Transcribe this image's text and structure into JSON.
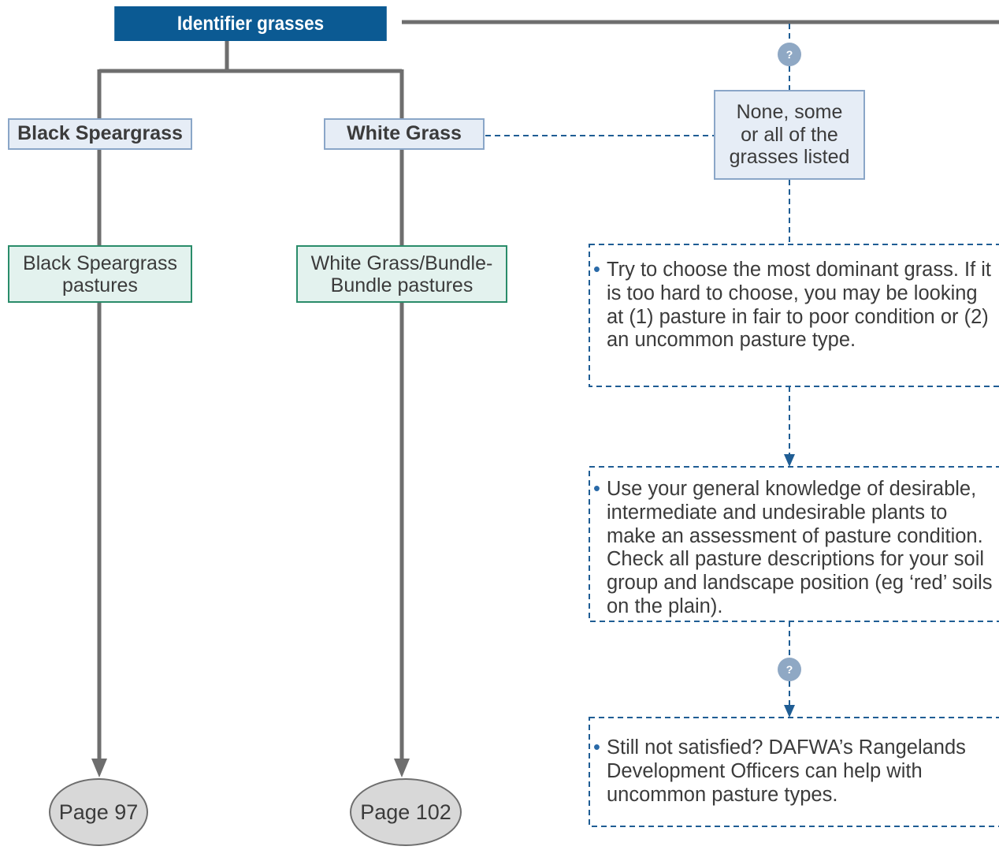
{
  "title": "Identifier grasses",
  "categories": [
    {
      "label": "Black Speargrass"
    },
    {
      "label": "White Grass"
    }
  ],
  "pastures": [
    {
      "lines": [
        "Black Speargrass",
        "pastures"
      ]
    },
    {
      "lines": [
        "White Grass/Bundle-",
        "Bundle pastures"
      ]
    }
  ],
  "pages": [
    {
      "label": "Page 97"
    },
    {
      "label": "Page 102"
    }
  ],
  "question_mark": "?",
  "option": {
    "lines": [
      "None, some",
      "or all of the",
      "grasses listed"
    ]
  },
  "notes": [
    {
      "bullet": "•",
      "text": "Try to choose the most dominant grass. If it is too hard to choose, you may be looking at (1) pasture in fair to poor condition or (2) an uncommon pasture type."
    },
    {
      "bullet": "•",
      "text": "Use your general knowledge of desirable, intermediate and undesirable plants to make an assessment of pasture condition. Check all pasture descriptions for your soil group and landscape position (eg ‘red’ soils on the plain)."
    },
    {
      "bullet": "•",
      "text": "Still not satisfied? DAFWA’s Rangelands Development Officers can help with uncommon pasture types."
    }
  ],
  "colors": {
    "title_bg": "#0b5a93",
    "connector": "#6e6e6e",
    "dashed": "#1f5d94",
    "category_border": "#8aa6c8",
    "pasture_border": "#2a8c6a",
    "badge": "#8fa8c4"
  }
}
